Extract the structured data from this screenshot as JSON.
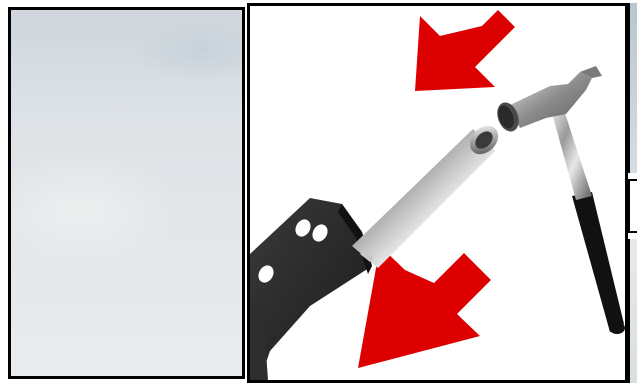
{
  "panels": {
    "left": {
      "content": "sky-photo"
    },
    "main": {
      "content": "hammer-tapping-tube-illustration"
    },
    "right": {
      "content": "partial-panels"
    }
  },
  "colors": {
    "arrow": "#dd0000",
    "frame": "#000000",
    "sky_top": "#cfd6dc",
    "sky_bottom": "#e9ebed",
    "bracket": "#2a2a2a",
    "chrome": "#8a8a8a",
    "hammer_grip": "#111111"
  },
  "icons": {
    "upper_arrow": "arrow-down-left-icon",
    "lower_arrow": "arrow-down-left-icon",
    "hammer": "hammer-icon",
    "tube": "metal-tube-icon",
    "bracket": "bracket-icon"
  }
}
